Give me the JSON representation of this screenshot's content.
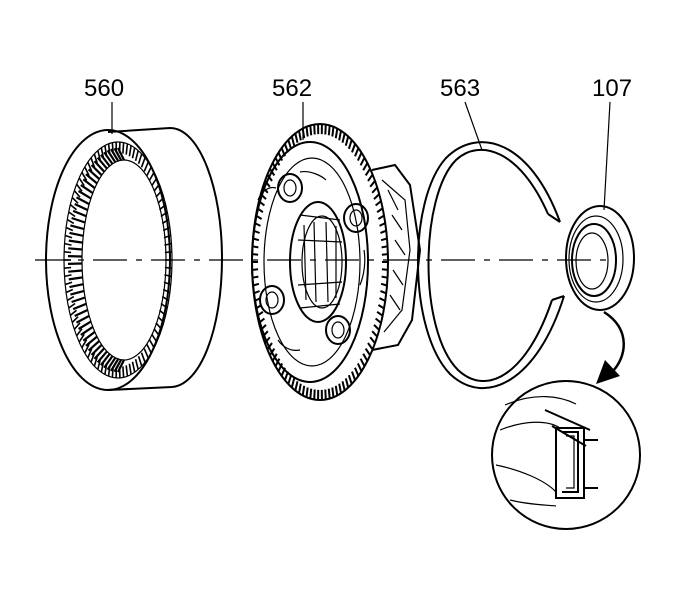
{
  "callouts": {
    "ring_gear": "560",
    "carrier": "562",
    "snap_ring": "563",
    "seal": "107"
  },
  "colors": {
    "line": "#000000",
    "background": "#ffffff",
    "fill": "#ffffff"
  }
}
